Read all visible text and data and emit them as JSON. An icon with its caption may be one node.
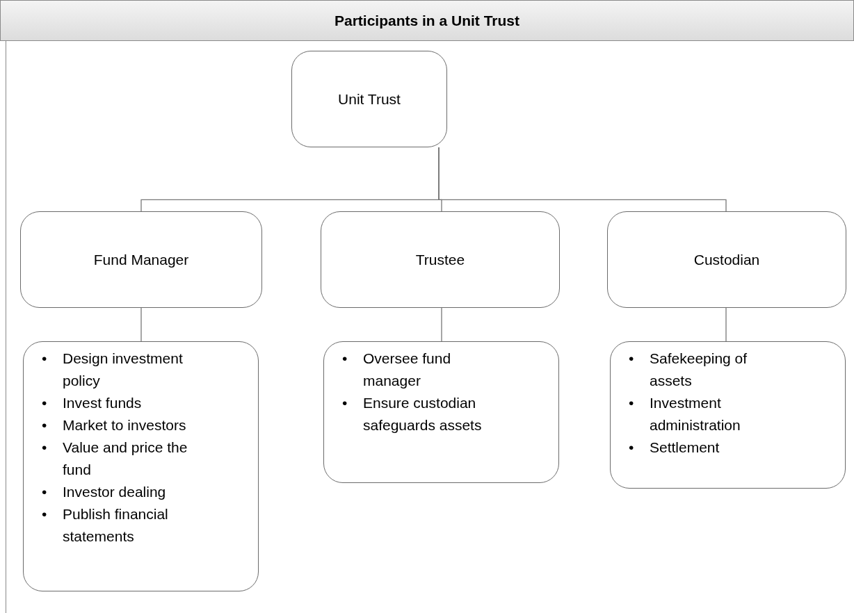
{
  "diagram": {
    "title": "Participants in a Unit Trust",
    "nodes": [
      {
        "text": [
          "Unit Trust"
        ]
      },
      {
        "text": [
          "Fund Manager"
        ]
      },
      {
        "text": [
          "Trustee"
        ]
      },
      {
        "text": [
          "Custodian"
        ]
      },
      {
        "text": [
          "Design investment policy",
          "Invest funds",
          "Market to investors",
          "Value and price the fund",
          "Investor dealing",
          "Publish financial statements"
        ]
      },
      {
        "text": [
          "Oversee fund manager",
          "Ensure custodian safeguards assets"
        ]
      },
      {
        "text": [
          "Safekeeping of assets",
          "Investment administration",
          "Settlement"
        ]
      }
    ],
    "edges": [
      {
        "from": 0,
        "to": 1,
        "arrow": "none"
      },
      {
        "from": 0,
        "to": 2,
        "arrow": "none"
      },
      {
        "from": 0,
        "to": 3,
        "arrow": "none"
      },
      {
        "from": 1,
        "to": 4,
        "arrow": "none"
      },
      {
        "from": 2,
        "to": 5,
        "arrow": "none"
      },
      {
        "from": 3,
        "to": 6,
        "arrow": "none"
      }
    ],
    "labels": [
      "•",
      "•",
      "•",
      "•",
      "•",
      "•",
      "•",
      "•",
      "•",
      "•",
      "•"
    ]
  }
}
